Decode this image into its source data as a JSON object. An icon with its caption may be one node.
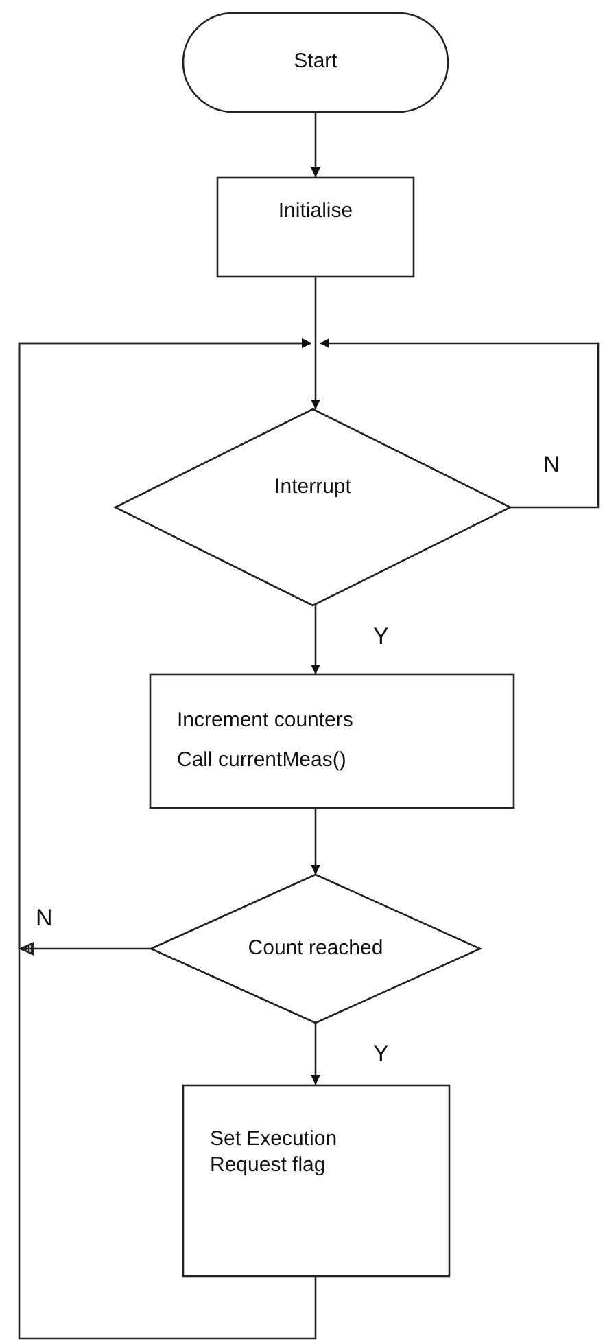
{
  "diagram": {
    "nodes": [
      {
        "text": [
          "Start"
        ]
      },
      {
        "text": [
          "Initialise"
        ]
      },
      {
        "text": [
          "Interrupt"
        ]
      },
      {
        "text": [
          "Increment counters",
          "Call currentMeas()"
        ]
      },
      {
        "text": [
          "Count reached"
        ]
      },
      {
        "text": [
          "Set Execution Request flag"
        ]
      }
    ],
    "edges": [
      {
        "from": 0,
        "to": 1,
        "arrow": "to"
      },
      {
        "from": 1,
        "to": 2,
        "arrow": "to"
      },
      {
        "from": 2,
        "to": 3,
        "arrow": "to",
        "label": "Y"
      },
      {
        "from": 2,
        "to": 2,
        "arrow": "to",
        "label": "N"
      },
      {
        "from": 3,
        "to": 4,
        "arrow": "to"
      },
      {
        "from": 4,
        "to": 5,
        "arrow": "to",
        "label": "Y"
      },
      {
        "from": 4,
        "to": 2,
        "arrow": "to",
        "label": "N"
      },
      {
        "from": 5,
        "to": 2,
        "arrow": "to"
      }
    ]
  }
}
